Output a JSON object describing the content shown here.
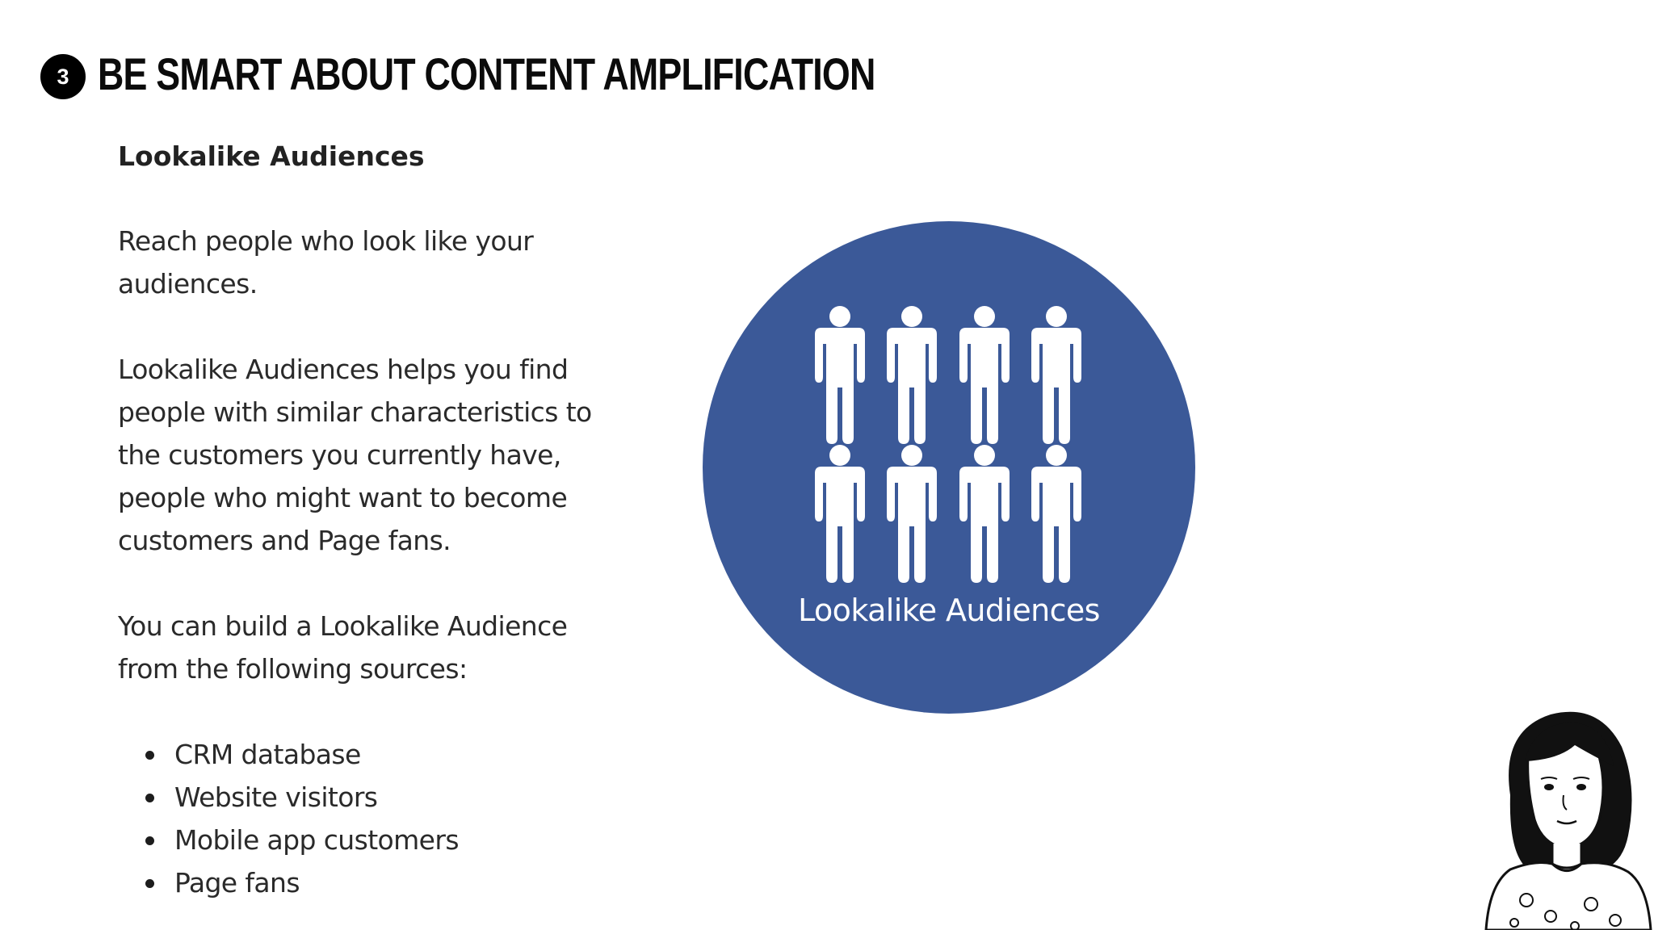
{
  "header": {
    "step_number": "3",
    "title": "BE SMART ABOUT CONTENT AMPLIFICATION"
  },
  "content": {
    "heading": "Lookalike Audiences",
    "paragraphs": [
      "Reach people who look like your audiences.",
      "Lookalike Audiences helps you find people with similar characteristics to the customers you currently have, people who might want to become customers and Page fans.",
      "You can build a Lookalike Audience from the following sources:"
    ],
    "sources": [
      "CRM database",
      "Website visitors",
      "Mobile app customers",
      "Page fans"
    ]
  },
  "graphic": {
    "label": "Lookalike Audiences",
    "circle_color": "#3b5998",
    "icon": "people-group-icon"
  },
  "colors": {
    "background": "#ffffff",
    "title": "#0b0b0b",
    "badge": "#000000",
    "body_text": "#2a2a2a",
    "accent_blue": "#3b5998"
  }
}
